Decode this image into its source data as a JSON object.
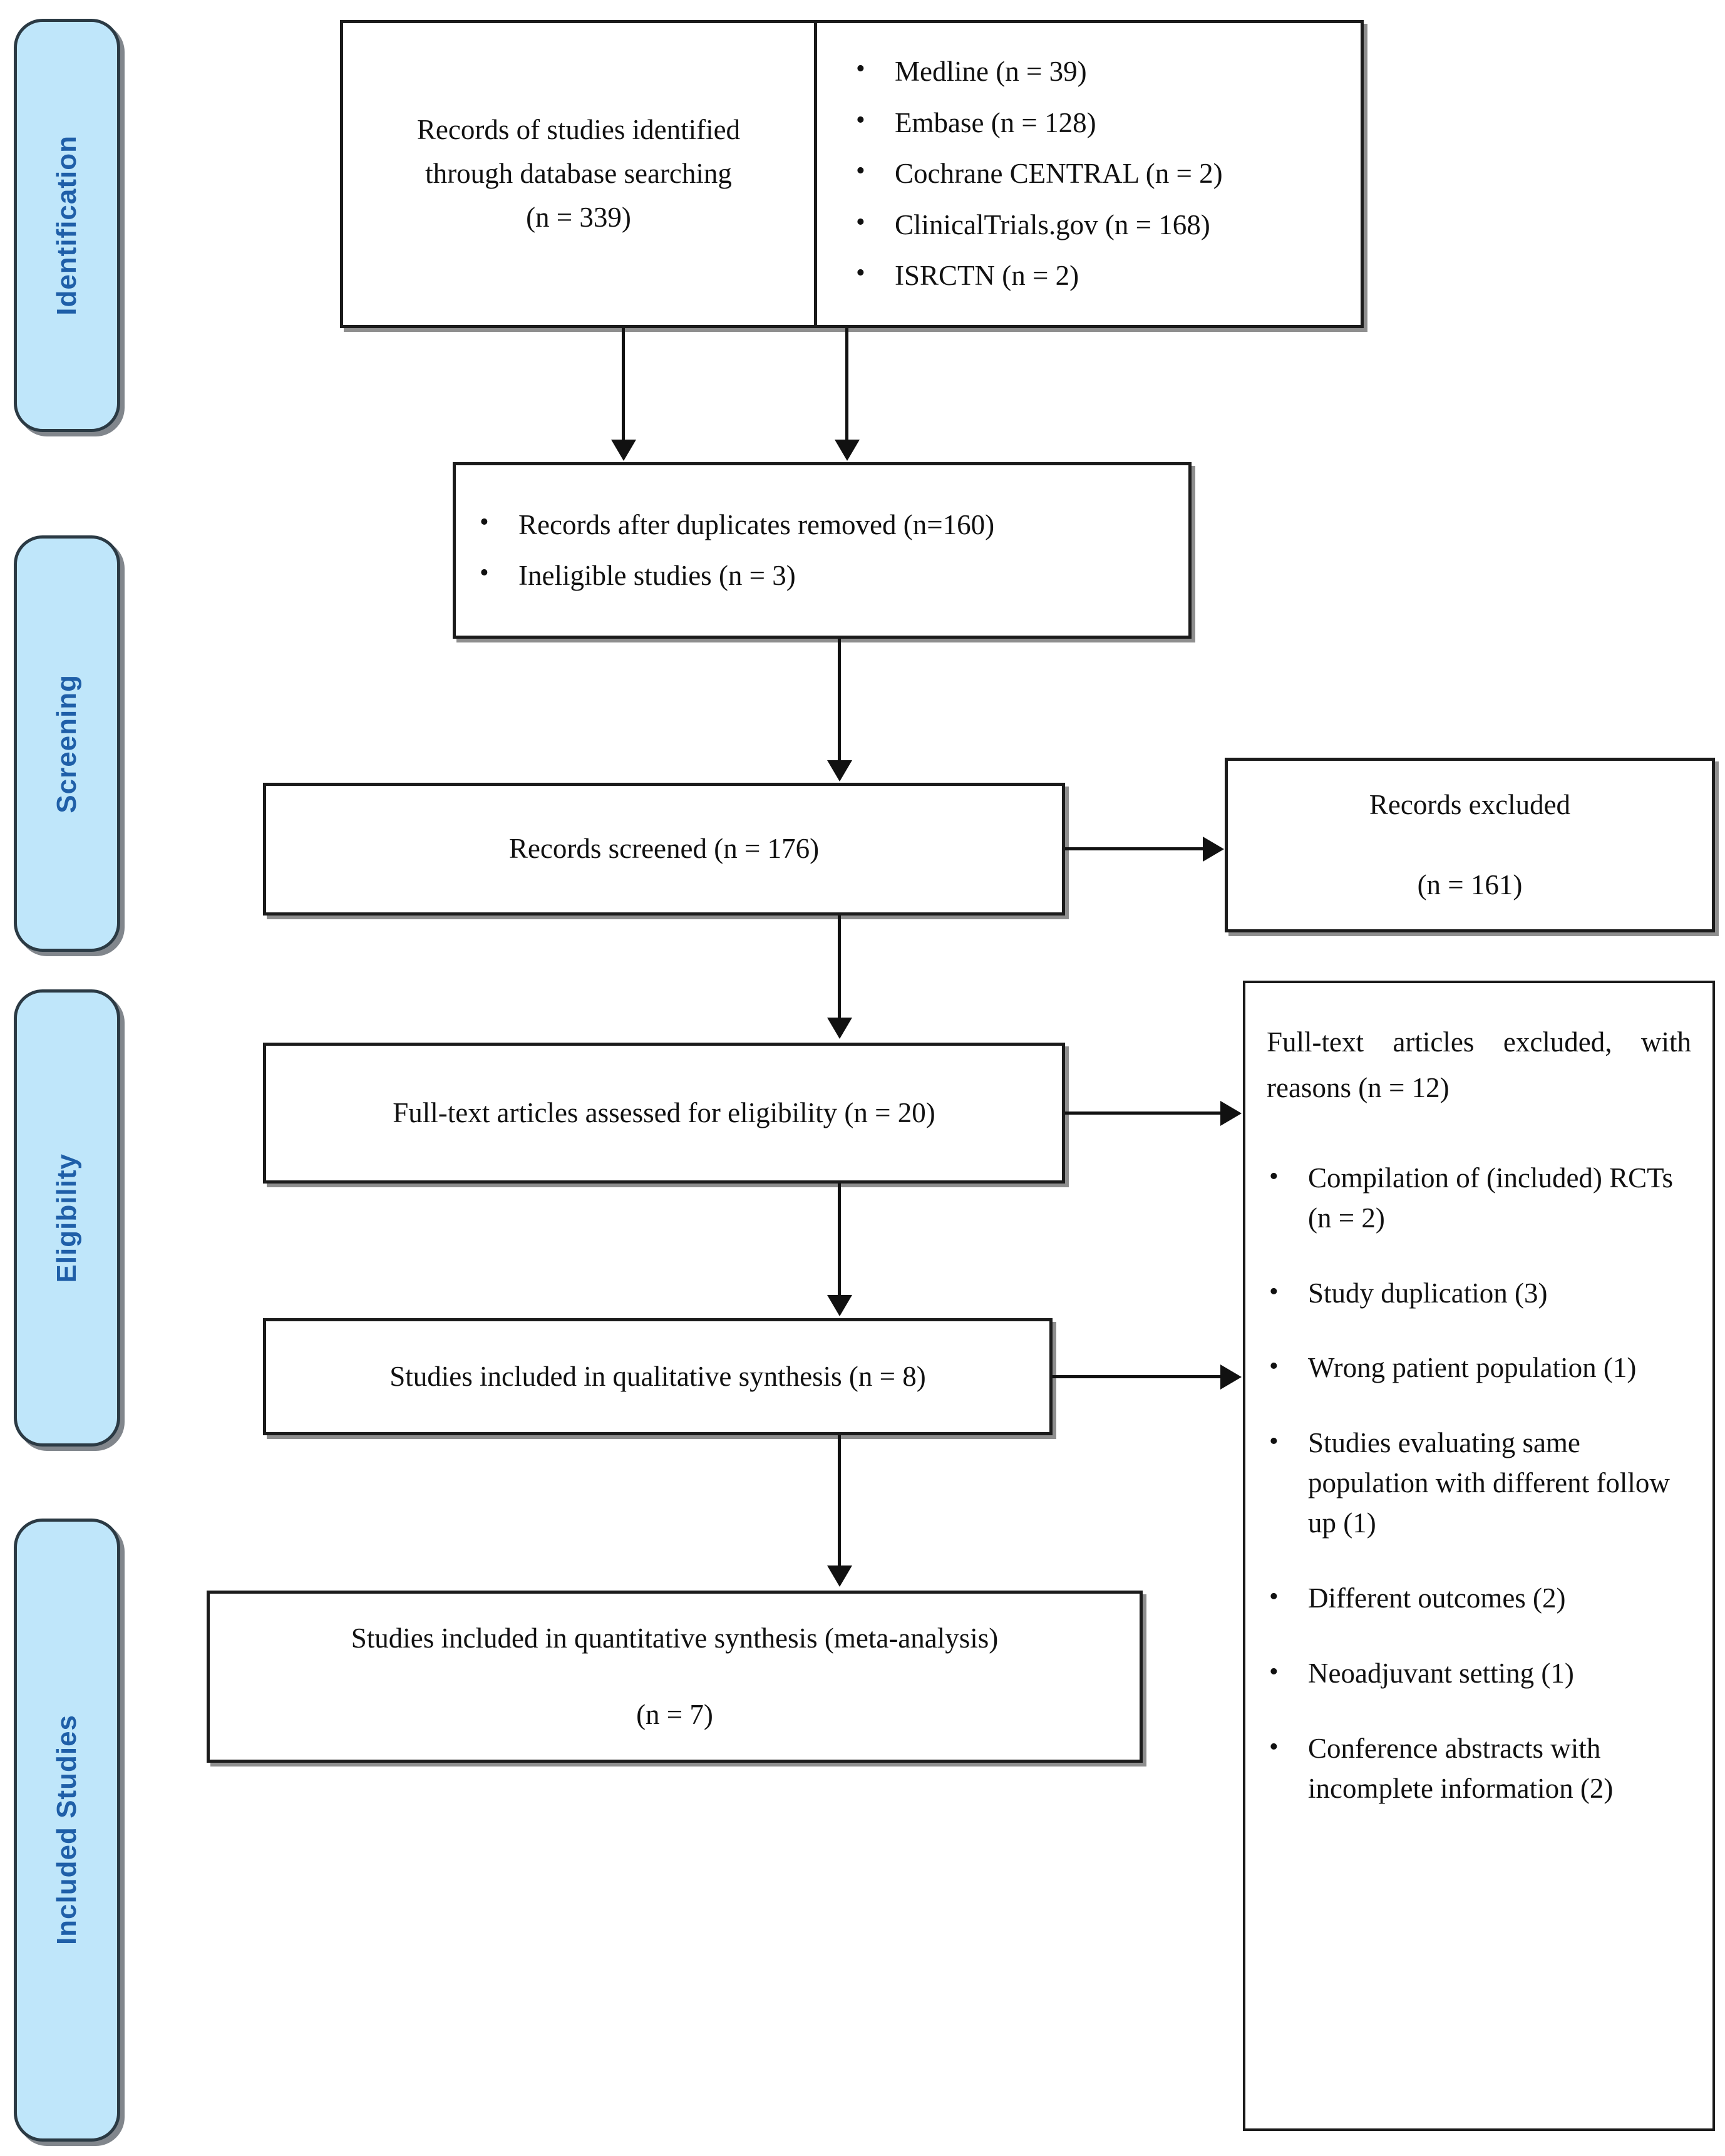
{
  "diagram": {
    "type": "PRISMA flow diagram",
    "stages": [
      {
        "key": "identification",
        "label": "Identification"
      },
      {
        "key": "screening",
        "label": "Screening"
      },
      {
        "key": "eligibility",
        "label": "Eligibility"
      },
      {
        "key": "included",
        "label": "Included Studies"
      }
    ],
    "colors": {
      "stage_fill": "#bfe6fa",
      "stage_border": "#2b3a44",
      "stage_text": "#1f5fa8",
      "box_border": "#1b1b1b",
      "box_fill": "#ffffff",
      "connector": "#111111"
    },
    "identification": {
      "records_identified": {
        "line1": "Records of studies identified",
        "line2": "through database searching",
        "line3": "(n = 339)"
      },
      "sources": [
        "Medline (n = 39)",
        "Embase (n = 128)",
        "Cochrane CENTRAL (n = 2)",
        "ClinicalTrials.gov (n = 168)",
        "ISRCTN (n = 2)"
      ]
    },
    "screening": {
      "duplicates_box": [
        "Records after duplicates removed (n=160)",
        "Ineligible studies (n = 3)"
      ],
      "records_screened": "Records screened (n = 176)",
      "records_excluded": {
        "line1": "Records excluded",
        "line2": "(n = 161)"
      }
    },
    "eligibility": {
      "fulltext_assessed": "Full-text articles assessed for eligibility (n = 20)",
      "fulltext_excluded_heading": "Full-text articles excluded, with reasons (n = 12)",
      "exclusion_reasons": [
        "Compilation of (included) RCTs (n = 2)",
        "Study duplication (3)",
        "Wrong patient population (1)",
        "Studies evaluating same population with different follow up (1)",
        "Different outcomes (2)",
        "Neoadjuvant setting (1)",
        "Conference abstracts with incomplete information (2)"
      ]
    },
    "included": {
      "qualitative": "Studies included in qualitative synthesis (n = 8)",
      "quantitative": {
        "line1": "Studies included in quantitative synthesis (meta-analysis)",
        "line2": "(n = 7)"
      }
    }
  }
}
